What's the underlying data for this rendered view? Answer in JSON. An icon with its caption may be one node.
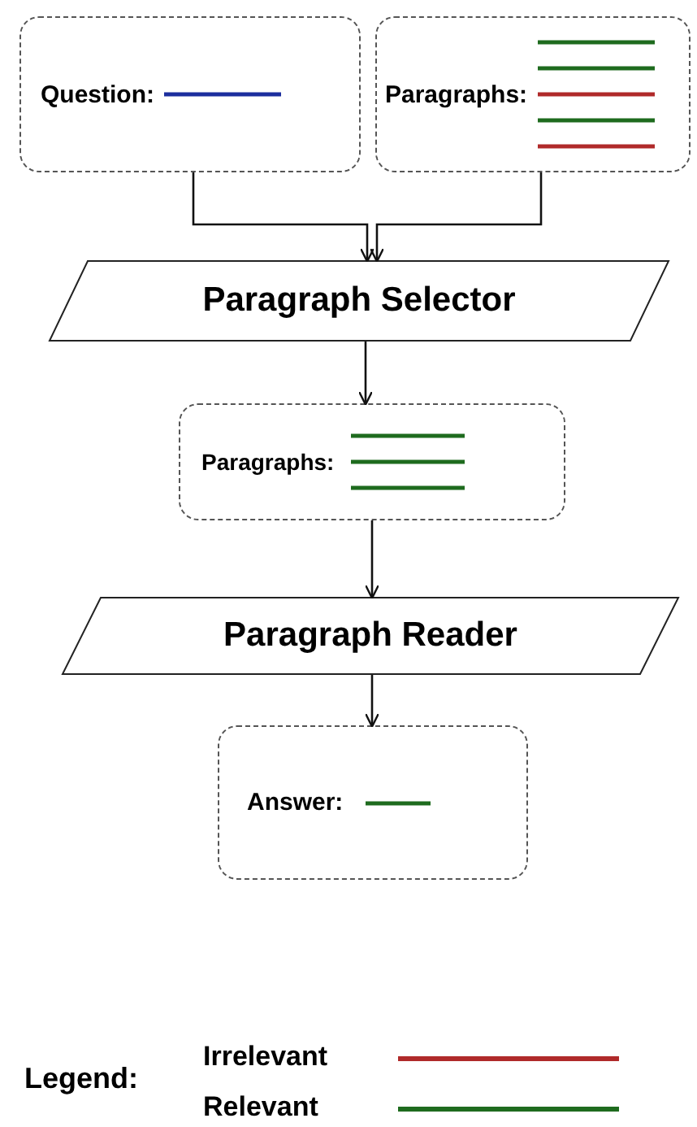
{
  "diagram": {
    "nodes": [
      {
        "text": [
          "Question:"
        ]
      },
      {
        "text": [
          "Paragraphs:"
        ]
      },
      {
        "text": [
          "Paragraph Selector"
        ]
      },
      {
        "text": [
          "Paragraphs:"
        ]
      },
      {
        "text": [
          "Paragraph Reader"
        ]
      },
      {
        "text": [
          "Answer:"
        ]
      }
    ],
    "edges": [
      {
        "from": 0,
        "to": 2,
        "arrow": "to"
      },
      {
        "from": 1,
        "to": 2,
        "arrow": "to"
      },
      {
        "from": 2,
        "to": 3,
        "arrow": "to"
      },
      {
        "from": 3,
        "to": 4,
        "arrow": "to"
      },
      {
        "from": 4,
        "to": 5,
        "arrow": "to"
      }
    ],
    "labels": [
      "Legend:"
    ],
    "legend": [
      {
        "text": "Irrelevant",
        "color": "#b02a2a"
      },
      {
        "text": "Relevant",
        "color": "#1e6b1e"
      }
    ]
  }
}
